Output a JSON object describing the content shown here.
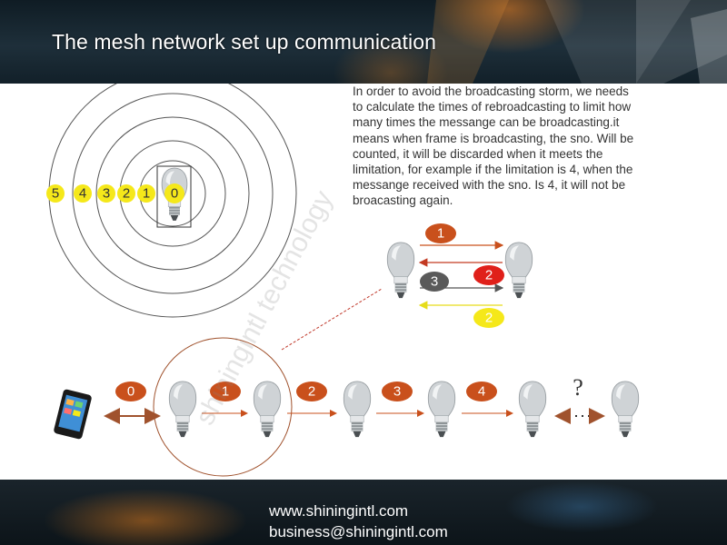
{
  "title": "The mesh network set up communication",
  "description": {
    "line1": "In order to avoid the broadcasting storm, we needs",
    "line2": "to calculate the times of rebroadcasting to limit how",
    "line3": "many times the messange can be broadcasting.it",
    "line4": "means when frame is broadcasting, the sno. Will be",
    "line5": "counted, it will be discarded when it meets the",
    "line6": "limitation, for example if the limitation is 4, when the",
    "line7": "messange received with the sno. Is 4, it will not be",
    "line8": "broacasting again."
  },
  "rings": {
    "labels": [
      "5",
      "4",
      "3",
      "2",
      "1",
      "0"
    ],
    "badge_color": "#f5e81a"
  },
  "exchange": {
    "steps": [
      {
        "label": "1",
        "color": "#c9501c"
      },
      {
        "label": "2",
        "color": "#e0201a"
      },
      {
        "label": "3",
        "color": "#5a5a5a"
      },
      {
        "label": "2",
        "color": "#f5e81a"
      }
    ]
  },
  "chain": {
    "hops": [
      "0",
      "1",
      "2",
      "3",
      "4"
    ],
    "unknown": "?",
    "hop_color": "#c9501c"
  },
  "watermark": "shiningintl technology",
  "footer": {
    "website": "www.shiningintl.com",
    "email": "business@shiningintl.com"
  }
}
